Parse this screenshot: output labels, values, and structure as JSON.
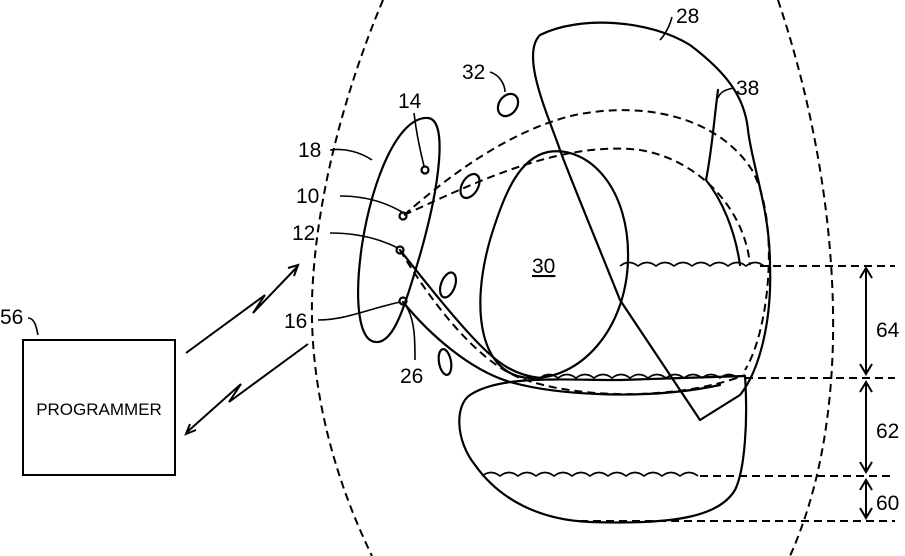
{
  "figure": {
    "programmer_label": "PROGRAMMER",
    "labels": {
      "programmer": "56",
      "device_outline": "18",
      "lead_a": "10",
      "lead_b": "12",
      "lead_c": "16",
      "top_electrode": "14",
      "blob_32": "32",
      "region_28": "28",
      "region_38": "38",
      "center_region": "30",
      "element_26": "26",
      "depth_64": "64",
      "depth_62": "62",
      "depth_60": "60"
    }
  }
}
